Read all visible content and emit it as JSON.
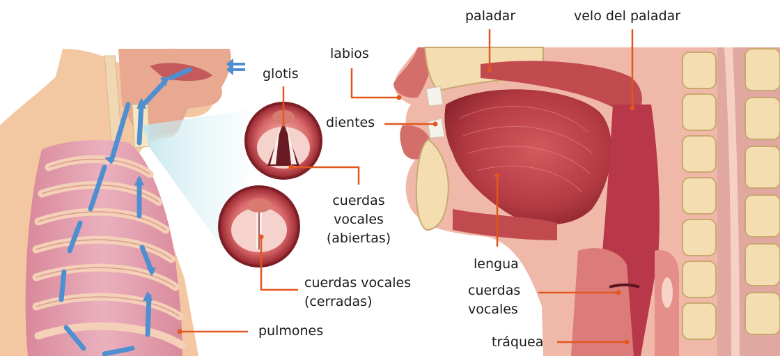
{
  "labels": {
    "paladar": "paladar",
    "velo_del_paladar": "velo del paladar",
    "labios": "labios",
    "glotis": "glotis",
    "dientes": "dientes",
    "cuerdas_vocales_abiertas": [
      "cuerdas",
      "vocales",
      "(abiertas)"
    ],
    "cuerdas_vocales_cerradas": [
      "cuerdas vocales",
      "(cerradas)"
    ],
    "lengua": "lengua",
    "cuerdas_vocales": [
      "cuerdas",
      "vocales"
    ],
    "traquea": "tráquea",
    "pulmones": "pulmones"
  },
  "colors": {
    "leader_line": "#e2571e",
    "skin": "#f2c7a2",
    "lung": "#e9a4b4",
    "rib": "#f3c9b0",
    "muscle": "#b9383f",
    "bone": "#f4e2b8",
    "airflow_arrow": "#4f8fd0"
  },
  "icons": [
    "airflow-arrow-icon",
    "exhale-arrows-icon"
  ]
}
